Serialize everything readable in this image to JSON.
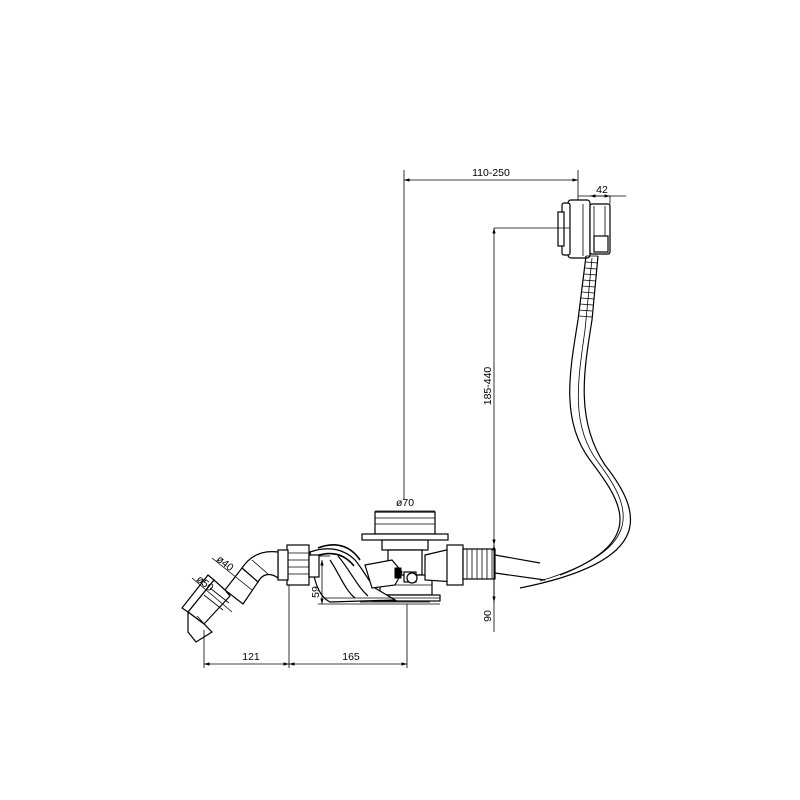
{
  "dimensions": {
    "overflow_offset": "110-250",
    "overflow_width": "42",
    "overflow_height": "185-440",
    "waste_diameter": "ø70",
    "pipe_diameter_40": "ø40",
    "pipe_diameter_50": "ø50",
    "trap_height": "59",
    "total_height": "90",
    "outlet_length": "121",
    "drain_to_outlet": "165"
  },
  "colors": {
    "line": "#000000",
    "background": "#ffffff"
  }
}
